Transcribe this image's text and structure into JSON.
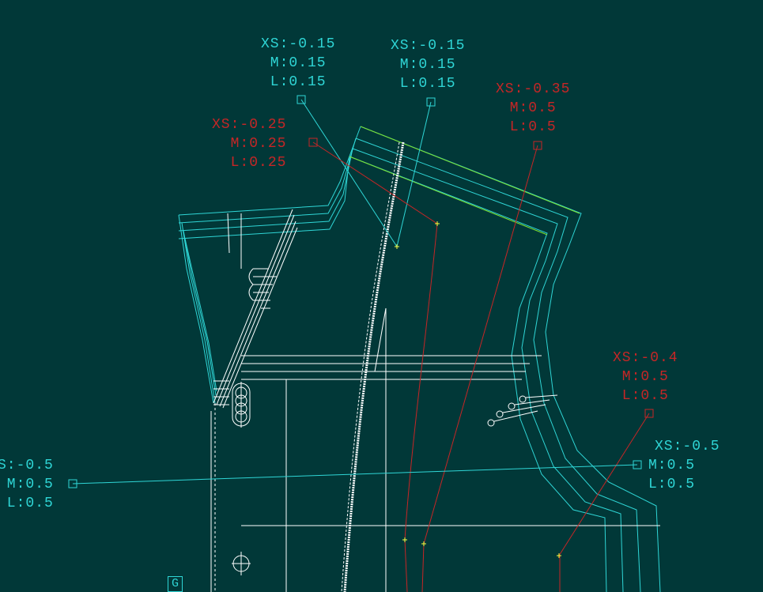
{
  "annotations": [
    {
      "id": "grade-top-left",
      "xs": "XS:-0.15",
      "m": "M:0.15",
      "l": "L:0.15",
      "color": "#2fd6d6"
    },
    {
      "id": "grade-top-center",
      "xs": "XS:-0.15",
      "m": "M:0.15",
      "l": "L:0.15",
      "color": "#2fd6d6"
    },
    {
      "id": "grade-neck",
      "xs": "XS:-0.25",
      "m": "M:0.25",
      "l": "L:0.25",
      "color": "#c62626"
    },
    {
      "id": "grade-shoulder",
      "xs": "XS:-0.35",
      "m": "M:0.5",
      "l": "L:0.5",
      "color": "#c62626"
    },
    {
      "id": "grade-armhole",
      "xs": "XS:-0.4",
      "m": "M:0.5",
      "l": "L:0.5",
      "color": "#c62626"
    },
    {
      "id": "grade-side-right",
      "xs": "XS:-0.5",
      "m": "M:0.5",
      "l": "L:0.5",
      "color": "#2fd6d6"
    },
    {
      "id": "grade-side-left",
      "xs": "S:-0.5",
      "m": "M:0.5",
      "l": "L:0.5",
      "color": "#2fd6d6"
    }
  ],
  "grain_marker": "G",
  "colors": {
    "background": "#013838",
    "cyan": "#2fd6d6",
    "red": "#c62626",
    "white": "#ffffff",
    "green": "#7de030",
    "yellow": "#ffff40"
  }
}
